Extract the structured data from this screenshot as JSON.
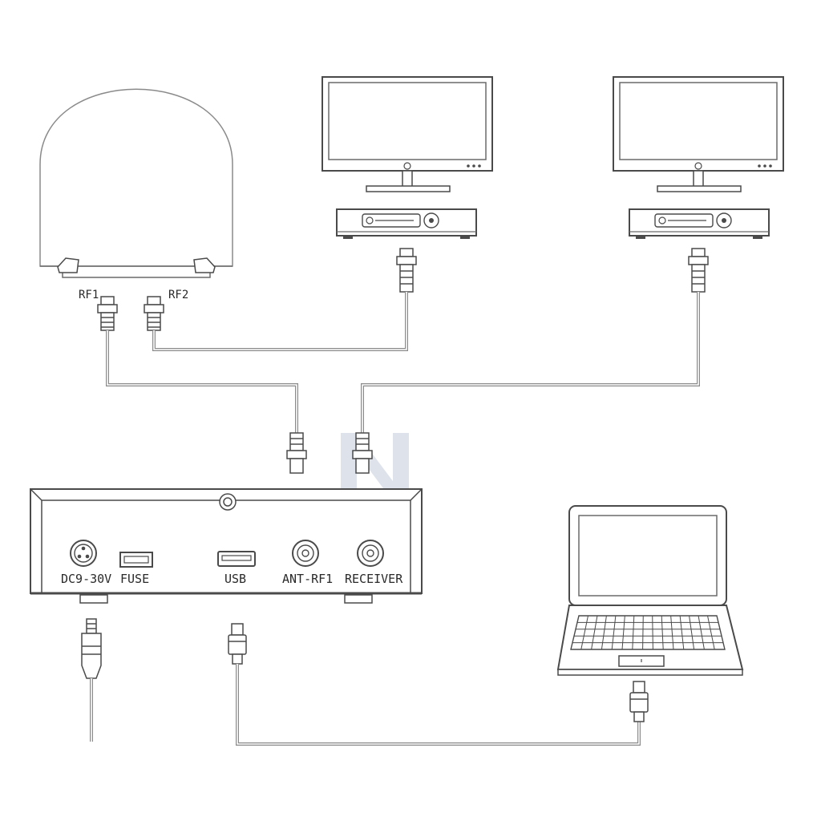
{
  "antenna": {
    "port_labels": [
      "RF1",
      "RF2"
    ]
  },
  "control_box": {
    "port_labels": [
      "DC9-30V",
      "FUSE",
      "USB",
      "ANT-RF1",
      "RECEIVER"
    ]
  },
  "watermark": {
    "letter": "N",
    "color": "#b8c2d4"
  },
  "colors": {
    "line": "#4a4a4a",
    "cable": "#8a8a8a",
    "screen": "#ffffff"
  }
}
